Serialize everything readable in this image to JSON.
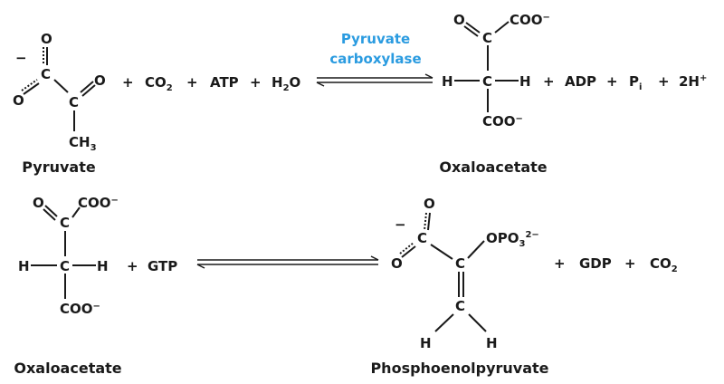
{
  "reaction1": {
    "pyruvate": {
      "o_top": "O",
      "charge": "−",
      "c1": "C",
      "o_left": "O",
      "c2": "C",
      "o_right": "O",
      "ch3": "CH",
      "ch3_sub": "3",
      "label": "Pyruvate"
    },
    "reactants": {
      "plus": "+",
      "co2": "CO",
      "co2_sub": "2",
      "atp": "ATP",
      "h2o_h": "H",
      "h2o_sub": "2",
      "h2o_o": "O"
    },
    "enzyme": {
      "line1": "Pyruvate",
      "line2": "carboxylase"
    },
    "oxaloacetate": {
      "o": "O",
      "c_top": "C",
      "coo_top": "COO",
      "coo_charge": "−",
      "h_left": "H",
      "c_mid": "C",
      "h_right": "H",
      "coo_bottom": "COO",
      "label": "Oxaloacetate"
    },
    "products": {
      "plus": "+",
      "adp": "ADP",
      "pi": "P",
      "pi_sub": "i",
      "h": "2H",
      "h_sup": "+"
    },
    "colors": {
      "enzyme": "#2a9be0"
    }
  },
  "reaction2": {
    "oxaloacetate": {
      "o": "O",
      "c_top": "C",
      "coo_top": "COO",
      "coo_charge": "−",
      "h_left": "H",
      "c_mid": "C",
      "h_right": "H",
      "coo_bottom": "COO",
      "label": "Oxaloacetate"
    },
    "reactants": {
      "plus": "+",
      "gtp": "GTP"
    },
    "pep": {
      "o_top": "O",
      "charge": "−",
      "c1": "C",
      "o_left": "O",
      "c2": "C",
      "opo3": "OPO",
      "opo3_sub": "3",
      "opo3_sup": "2−",
      "c3": "C",
      "h_left": "H",
      "h_right": "H",
      "label": "Phosphoenolpyruvate"
    },
    "products": {
      "plus": "+",
      "gdp": "GDP",
      "co2": "CO",
      "co2_sub": "2"
    }
  }
}
